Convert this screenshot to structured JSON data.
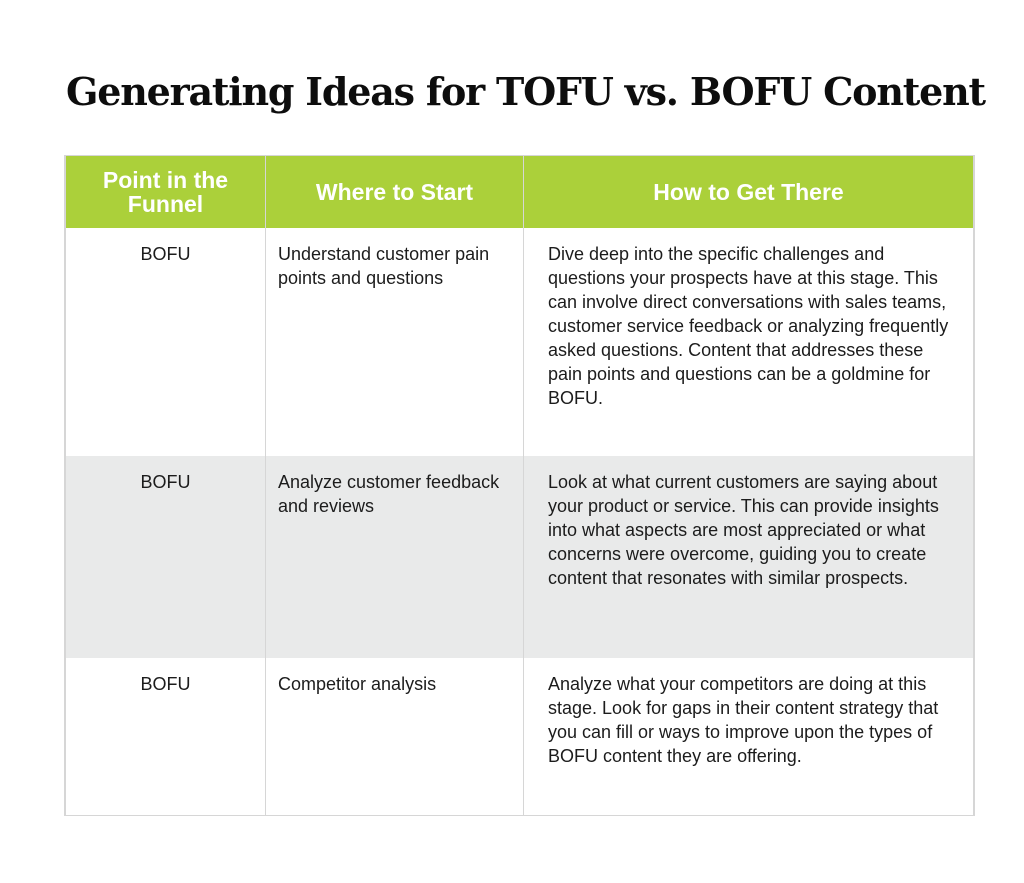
{
  "title": "Generating Ideas for TOFU vs. BOFU Content",
  "colors": {
    "header_bg": "#abd03a",
    "header_text": "#ffffff",
    "alt_row_bg": "#e9eaea",
    "border": "#d6d6d6"
  },
  "table": {
    "headers": [
      "Point in the Funnel",
      "Where to Start",
      "How to Get There"
    ],
    "rows": [
      {
        "stage": "BOFU",
        "where_to_start": "Understand customer pain points and questions",
        "how_to_get_there": "Dive deep into the specific challenges and questions your prospects have at this stage. This can involve direct conversations with sales teams, customer service feedback or analyzing frequently asked questions. Content that addresses these pain points and questions can be a goldmine for BOFU."
      },
      {
        "stage": "BOFU",
        "where_to_start": "Analyze customer feedback and reviews",
        "how_to_get_there": "Look at what current customers are saying about your product or service. This can provide insights into what aspects are most appreciated or what concerns were overcome, guiding you to create content that resonates with similar prospects."
      },
      {
        "stage": "BOFU",
        "where_to_start": "Competitor analysis",
        "how_to_get_there": "Analyze what your competitors are doing at this stage. Look for gaps in their content strategy that you can fill or ways to improve upon the types of BOFU content they are offering."
      }
    ]
  }
}
